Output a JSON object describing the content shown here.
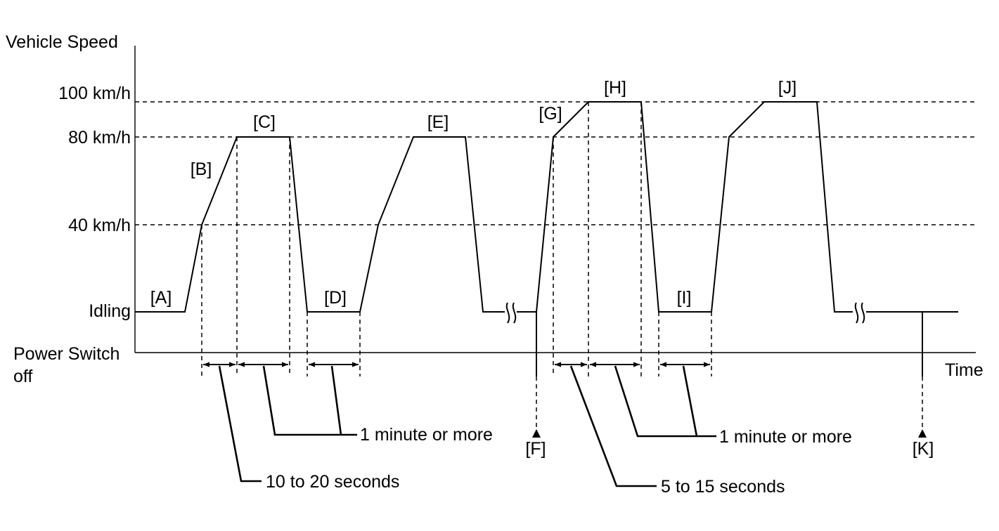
{
  "y_axis": {
    "title": "Vehicle Speed",
    "levels": [
      {
        "label": "100 km/h",
        "value": 100
      },
      {
        "label": "80 km/h",
        "value": 80
      },
      {
        "label": "40 km/h",
        "value": 40
      },
      {
        "label": "Idling",
        "value": 0
      }
    ],
    "off_line_1": "Power Switch",
    "off_line_2": "off"
  },
  "x_axis": {
    "title": "Time"
  },
  "segments": [
    "[A]",
    "[B]",
    "[C]",
    "[D]",
    "[E]",
    "[G]",
    "[H]",
    "[I]",
    "[J]"
  ],
  "markers": [
    "[F]",
    "[K]"
  ],
  "durations": {
    "first_minute": "1 minute or more",
    "first_seconds": "10 to 20 seconds",
    "second_minute": "1 minute or more",
    "second_seconds": "5 to 15 seconds"
  }
}
